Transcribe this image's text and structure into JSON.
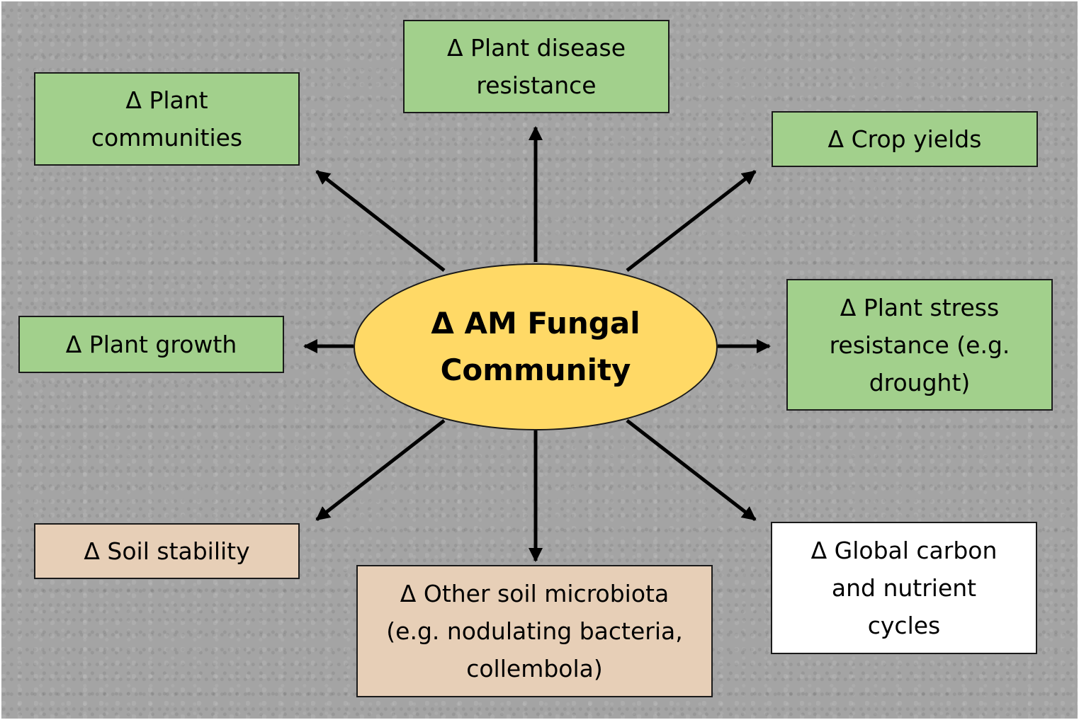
{
  "center": {
    "line1": "Δ  AM Fungal",
    "line2": "Community"
  },
  "boxes": {
    "plant_communities": [
      "Δ  Plant",
      "communities"
    ],
    "plant_disease_resistance": [
      "Δ  Plant disease",
      "resistance"
    ],
    "crop_yields": [
      "Δ  Crop yields"
    ],
    "plant_growth": [
      "Δ  Plant growth"
    ],
    "plant_stress_resistance": [
      "Δ  Plant stress",
      "resistance (e.g.",
      "drought)"
    ],
    "soil_stability": [
      "Δ  Soil stability"
    ],
    "other_soil_microbiota": [
      "Δ  Other soil microbiota",
      "(e.g. nodulating bacteria,",
      "collembola)"
    ],
    "global_cycles": [
      "Δ  Global carbon",
      "and nutrient",
      "cycles"
    ]
  },
  "colors": {
    "plant_effects": "#a2d08c",
    "soil_effects": "#e7cfb7",
    "global_effects": "#ffffff",
    "center": "#ffd966",
    "background": "#a4a4a4"
  }
}
